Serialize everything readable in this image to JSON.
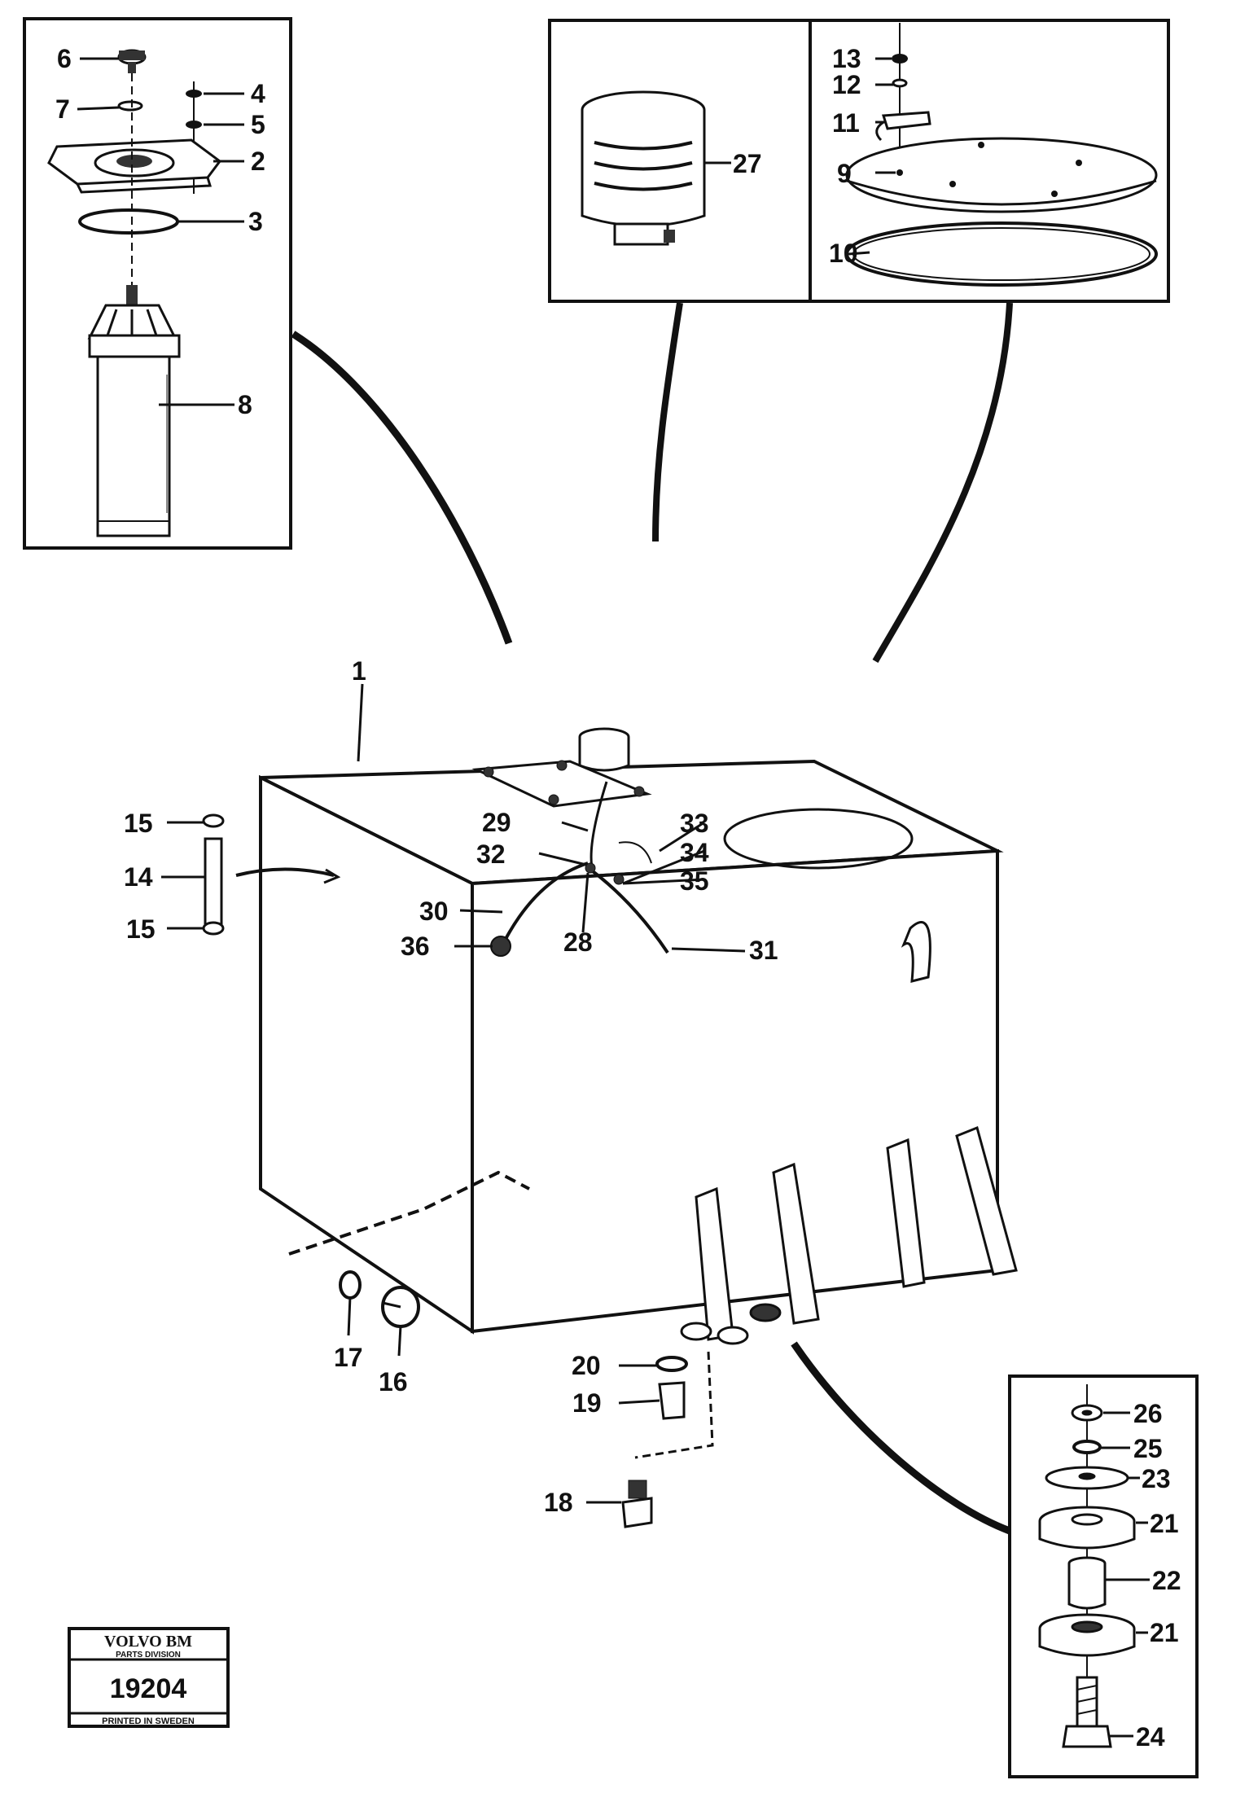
{
  "diagram": {
    "callouts": {
      "c1": "1",
      "c2": "2",
      "c3": "3",
      "c4": "4",
      "c5": "5",
      "c6": "6",
      "c7": "7",
      "c8": "8",
      "c9": "9",
      "c10": "10",
      "c11": "11",
      "c12": "12",
      "c13": "13",
      "c14": "14",
      "c15a": "15",
      "c15b": "15",
      "c16": "16",
      "c17": "17",
      "c18": "18",
      "c19": "19",
      "c20": "20",
      "c21a": "21",
      "c21b": "21",
      "c22": "22",
      "c23": "23",
      "c24": "24",
      "c25": "25",
      "c26": "26",
      "c27": "27",
      "c28": "28",
      "c29": "29",
      "c30": "30",
      "c31": "31",
      "c32": "32",
      "c33": "33",
      "c34": "34",
      "c35": "35",
      "c36": "36"
    },
    "stamp": {
      "brand": "VOLVO BM",
      "division": "PARTS DIVISION",
      "number": "19204",
      "printed": "PRINTED IN SWEDEN"
    },
    "colors": {
      "ink": "#111111",
      "paper": "#ffffff"
    }
  }
}
